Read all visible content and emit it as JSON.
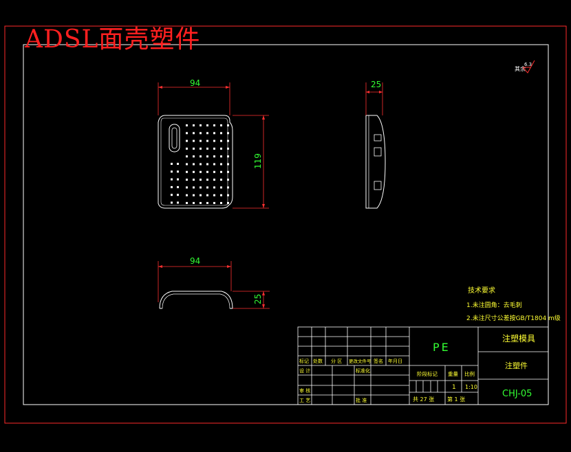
{
  "title": "ADSL面壳塑件",
  "roughness": {
    "label": "其余",
    "value": "6.3"
  },
  "dimensions": {
    "front_width": "94",
    "front_height": "119",
    "side_width": "25",
    "top_width": "94",
    "top_height": "25"
  },
  "notes": {
    "heading": "技术要求",
    "items": [
      "1.未注圆角：去毛刺",
      "2.未注尺寸公差按GB/T1804 m级"
    ]
  },
  "title_block": {
    "material": "PE",
    "company": "注塑模具",
    "part_name": "注塑件",
    "drawing_no": "CHJ-05",
    "quantity": "1",
    "scale": "1:10",
    "sheet_total": "共 27 张",
    "sheet_no": "第 1 张",
    "rev_headers": [
      "标记",
      "处数",
      "分 区",
      "更改文件号",
      "签名",
      "年月日"
    ],
    "role_design": "设 计",
    "role_standard": "标准化",
    "role_review": "审 核",
    "role_process": "工 艺",
    "role_approve": "批 准",
    "stage_label": "阶段标记",
    "weight_label": "重量",
    "scale_label": "比例"
  }
}
